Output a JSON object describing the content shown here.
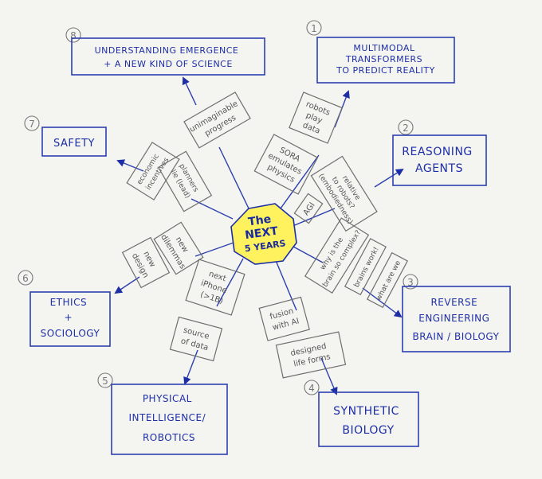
{
  "center": {
    "lines": [
      "The",
      "NEXT",
      "5 YEARS"
    ]
  },
  "topics": [
    {
      "number": "1",
      "lines": [
        "MULTIMODAL",
        "TRANSFORMERS",
        "TO PREDICT REALITY"
      ]
    },
    {
      "number": "2",
      "lines": [
        "REASONING",
        "AGENTS"
      ]
    },
    {
      "number": "3",
      "lines": [
        "REVERSE",
        "ENGINEERING",
        "BRAIN / BIOLOGY"
      ]
    },
    {
      "number": "4",
      "lines": [
        "SYNTHETIC",
        "BIOLOGY"
      ]
    },
    {
      "number": "5",
      "lines": [
        "PHYSICAL",
        "INTELLIGENCE/",
        "ROBOTICS"
      ]
    },
    {
      "number": "6",
      "lines": [
        "ETHICS",
        "+",
        "SOCIOLOGY"
      ]
    },
    {
      "number": "7",
      "lines": [
        "SAFETY"
      ]
    },
    {
      "number": "8",
      "lines": [
        "UNDERSTANDING EMERGENCE",
        "+ A NEW KIND OF SCIENCE"
      ]
    }
  ],
  "notes": [
    {
      "lines": [
        "robots",
        "play",
        "data"
      ]
    },
    {
      "lines": [
        "SORA",
        "emulates",
        "physics"
      ]
    },
    {
      "lines": [
        "AGI"
      ]
    },
    {
      "lines": [
        "relative",
        "to robots?",
        "(embodiedness)"
      ]
    },
    {
      "lines": [
        "why is the",
        "brain so complex?"
      ]
    },
    {
      "lines": [
        "brains work!"
      ]
    },
    {
      "lines": [
        "what are we"
      ]
    },
    {
      "lines": [
        "fusion",
        "with AI"
      ]
    },
    {
      "lines": [
        "designed",
        "life forms"
      ]
    },
    {
      "lines": [
        "source",
        "of data"
      ]
    },
    {
      "lines": [
        "next",
        "iPhone",
        "(>1B)"
      ]
    },
    {
      "lines": [
        "new",
        "design"
      ]
    },
    {
      "lines": [
        "new",
        "dilemmas"
      ]
    },
    {
      "lines": [
        "economic",
        "incentives"
      ]
    },
    {
      "lines": [
        "planners",
        "lie (lead)"
      ]
    },
    {
      "lines": [
        "unimaginable",
        "progress"
      ]
    }
  ],
  "colors": {
    "ink_blue": "#1e2fa6",
    "pencil_grey": "#6e6e6e",
    "highlight_yellow": "#fff25e",
    "paper": "#f4f4f1"
  }
}
